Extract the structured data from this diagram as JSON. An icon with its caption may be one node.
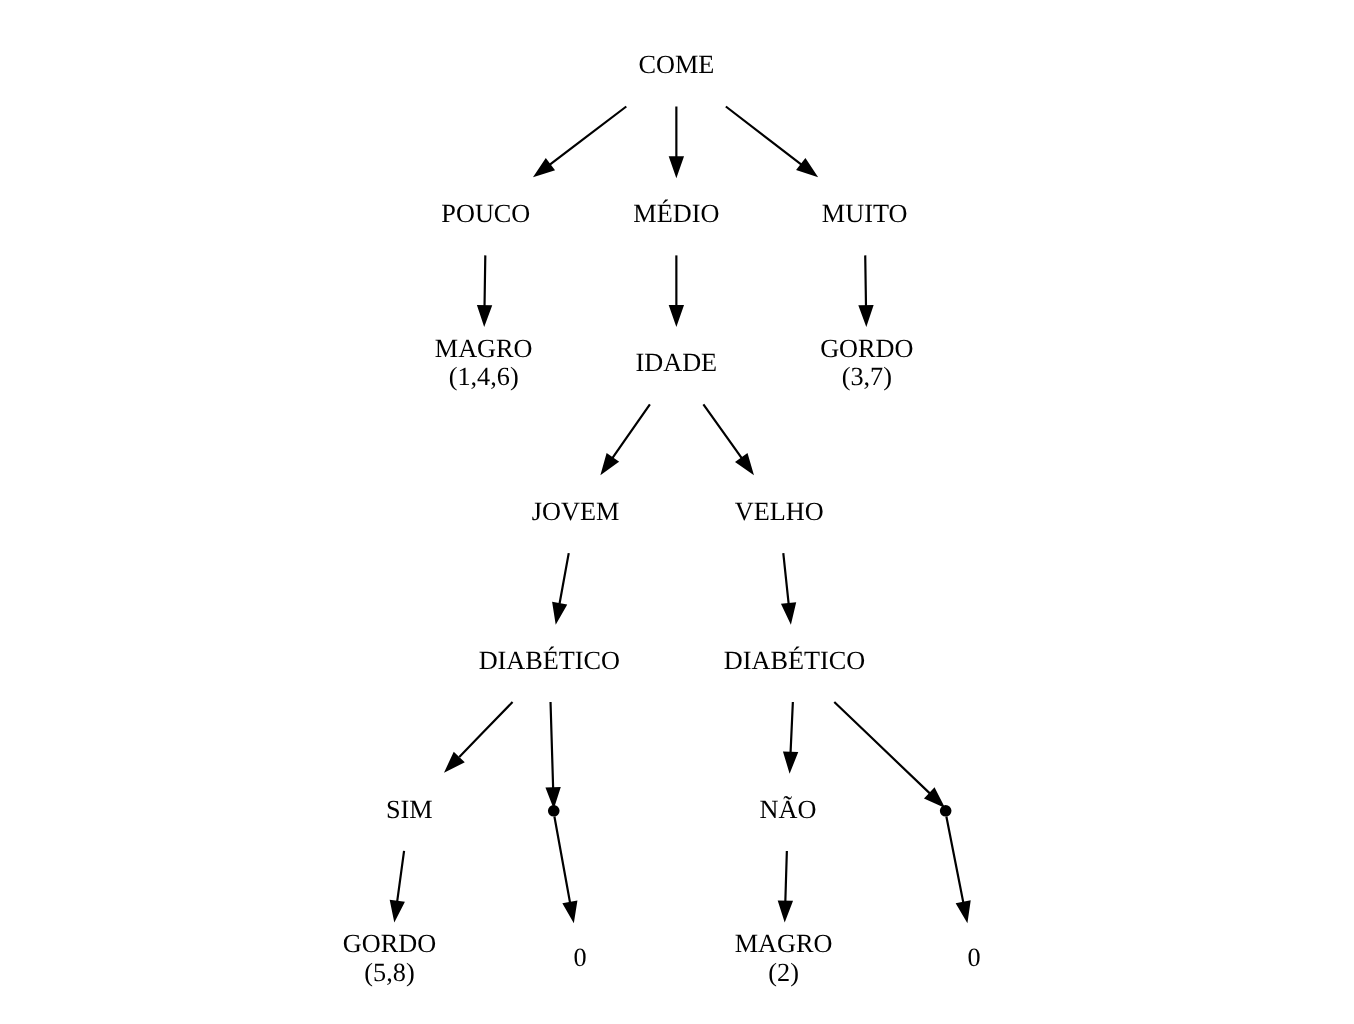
{
  "diagram": {
    "nodes": [
      {
        "text": [
          "COME"
        ]
      },
      {
        "text": [
          "POUCO"
        ]
      },
      {
        "text": [
          "MÉDIO"
        ]
      },
      {
        "text": [
          "MUITO"
        ]
      },
      {
        "text": [
          "MAGRO",
          "(1,4,6)"
        ]
      },
      {
        "text": [
          "IDADE"
        ]
      },
      {
        "text": [
          "GORDO",
          "(3,7)"
        ]
      },
      {
        "text": [
          "JOVEM"
        ]
      },
      {
        "text": [
          "VELHO"
        ]
      },
      {
        "text": [
          "DIABÉTICO"
        ]
      },
      {
        "text": [
          "DIABÉTICO"
        ]
      },
      {
        "text": [
          "SIM"
        ]
      },
      {
        "text": [],
        "shape": "dot"
      },
      {
        "text": [
          "NÃO"
        ]
      },
      {
        "text": [],
        "shape": "dot"
      },
      {
        "text": [
          "GORDO",
          "(5,8)"
        ]
      },
      {
        "text": [
          "0"
        ]
      },
      {
        "text": [
          "MAGRO",
          "(2)"
        ]
      },
      {
        "text": [
          "0"
        ]
      }
    ],
    "edges": [
      {
        "from": 0,
        "to": 1,
        "arrow": "to"
      },
      {
        "from": 0,
        "to": 2,
        "arrow": "to"
      },
      {
        "from": 0,
        "to": 3,
        "arrow": "to"
      },
      {
        "from": 1,
        "to": 4,
        "arrow": "to"
      },
      {
        "from": 2,
        "to": 5,
        "arrow": "to"
      },
      {
        "from": 3,
        "to": 6,
        "arrow": "to"
      },
      {
        "from": 5,
        "to": 7,
        "arrow": "to"
      },
      {
        "from": 5,
        "to": 8,
        "arrow": "to"
      },
      {
        "from": 7,
        "to": 9,
        "arrow": "to"
      },
      {
        "from": 8,
        "to": 10,
        "arrow": "to"
      },
      {
        "from": 9,
        "to": 11,
        "arrow": "to"
      },
      {
        "from": 9,
        "to": 12,
        "arrow": "to"
      },
      {
        "from": 10,
        "to": 13,
        "arrow": "to"
      },
      {
        "from": 10,
        "to": 14,
        "arrow": "to"
      },
      {
        "from": 11,
        "to": 15,
        "arrow": "to"
      },
      {
        "from": 12,
        "to": 16,
        "arrow": "to"
      },
      {
        "from": 13,
        "to": 17,
        "arrow": "to"
      },
      {
        "from": 14,
        "to": 18,
        "arrow": "to"
      }
    ]
  }
}
